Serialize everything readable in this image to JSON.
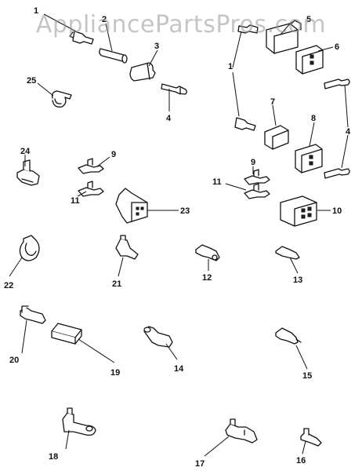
{
  "watermark": "AppliancePartsPros.com",
  "callouts": {
    "n1a": "1",
    "n2": "2",
    "n3": "3",
    "n4a": "4",
    "n25": "25",
    "n5": "5",
    "n6": "6",
    "n1b": "1",
    "n7": "7",
    "n8": "8",
    "n4b": "4",
    "n24": "24",
    "n9a": "9",
    "n11a": "11",
    "n23": "23",
    "n9b": "9",
    "n11b": "11",
    "n10": "10",
    "n22": "22",
    "n21": "21",
    "n12": "12",
    "n13": "13",
    "n20": "20",
    "n19": "19",
    "n14": "14",
    "n15": "15",
    "n18": "18",
    "n17": "17",
    "n16": "16"
  },
  "colors": {
    "ink": "#111111",
    "watermark": "#969696",
    "background": "#ffffff"
  }
}
